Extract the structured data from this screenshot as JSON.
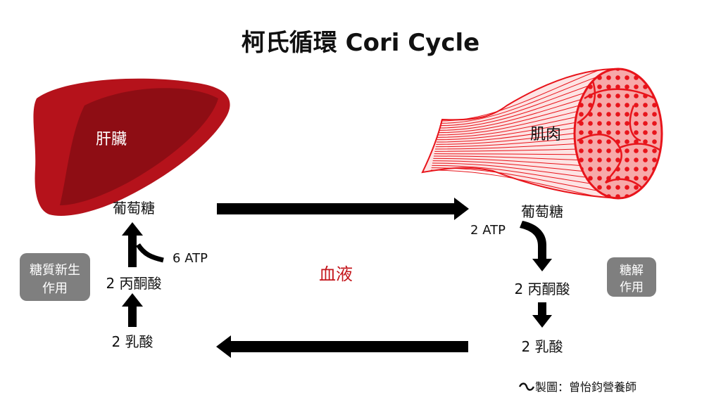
{
  "title": "柯氏循環  Cori Cycle",
  "liver": {
    "label": "肝臟",
    "color": "#b5121b"
  },
  "muscle": {
    "label": "肌肉",
    "color": "#e8141b"
  },
  "blood_label": "血液",
  "left": {
    "glucose": "葡萄糖",
    "atp": "6 ATP",
    "pyruvate": "2 丙酮酸",
    "lactate": "2 乳酸",
    "process_line1": "糖質新生",
    "process_line2": "作用"
  },
  "right": {
    "glucose": "葡萄糖",
    "atp": "2 ATP",
    "pyruvate": "2 丙酮酸",
    "lactate": "2 乳酸",
    "process_line1": "糖解",
    "process_line2": "作用"
  },
  "credit": "製圖：曾怡鈞營養師",
  "colors": {
    "accent_red": "#c4161c",
    "badge_gray": "#7f7f7f",
    "arrow": "#000000"
  }
}
